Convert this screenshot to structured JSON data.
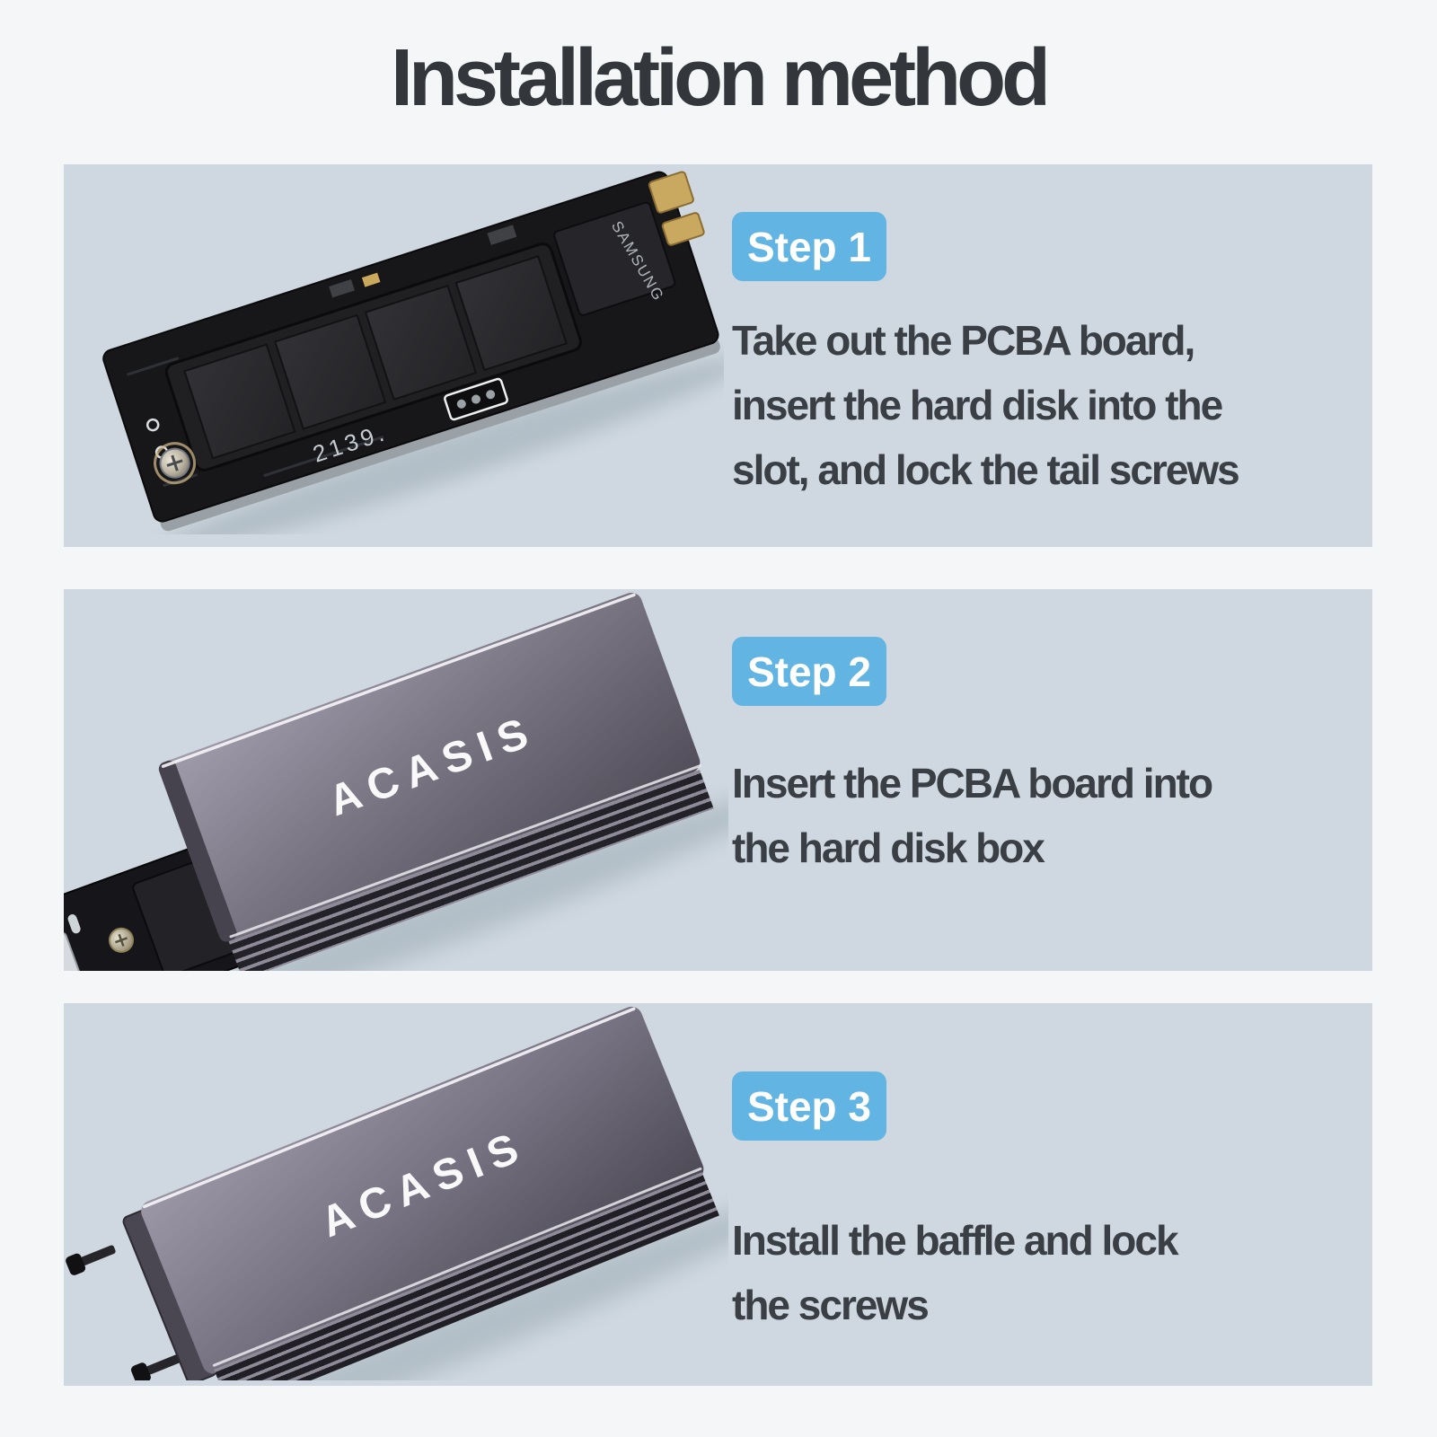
{
  "title": "Installation method",
  "colors": {
    "page_bg": "#f4f6f8",
    "panel_bg": "#cfd8e0",
    "badge_bg": "#62b5e2",
    "badge_text": "#ffffff",
    "title_text": "#33373b",
    "body_text": "#3a3f45"
  },
  "steps": [
    {
      "badge": "Step 1",
      "lines": [
        "Take out the PCBA board,",
        "insert the hard disk into the",
        "slot, and lock the tail screws"
      ]
    },
    {
      "badge": "Step 2",
      "lines": [
        "Insert the PCBA board into",
        "the hard disk box"
      ]
    },
    {
      "badge": "Step 3",
      "lines": [
        "Install the baffle and lock",
        "the screws"
      ]
    }
  ],
  "photos": {
    "pcba": {
      "marking": "2139.",
      "ssd_brand": "SAMSUNG"
    },
    "enclosure_logo": "ACASIS"
  }
}
